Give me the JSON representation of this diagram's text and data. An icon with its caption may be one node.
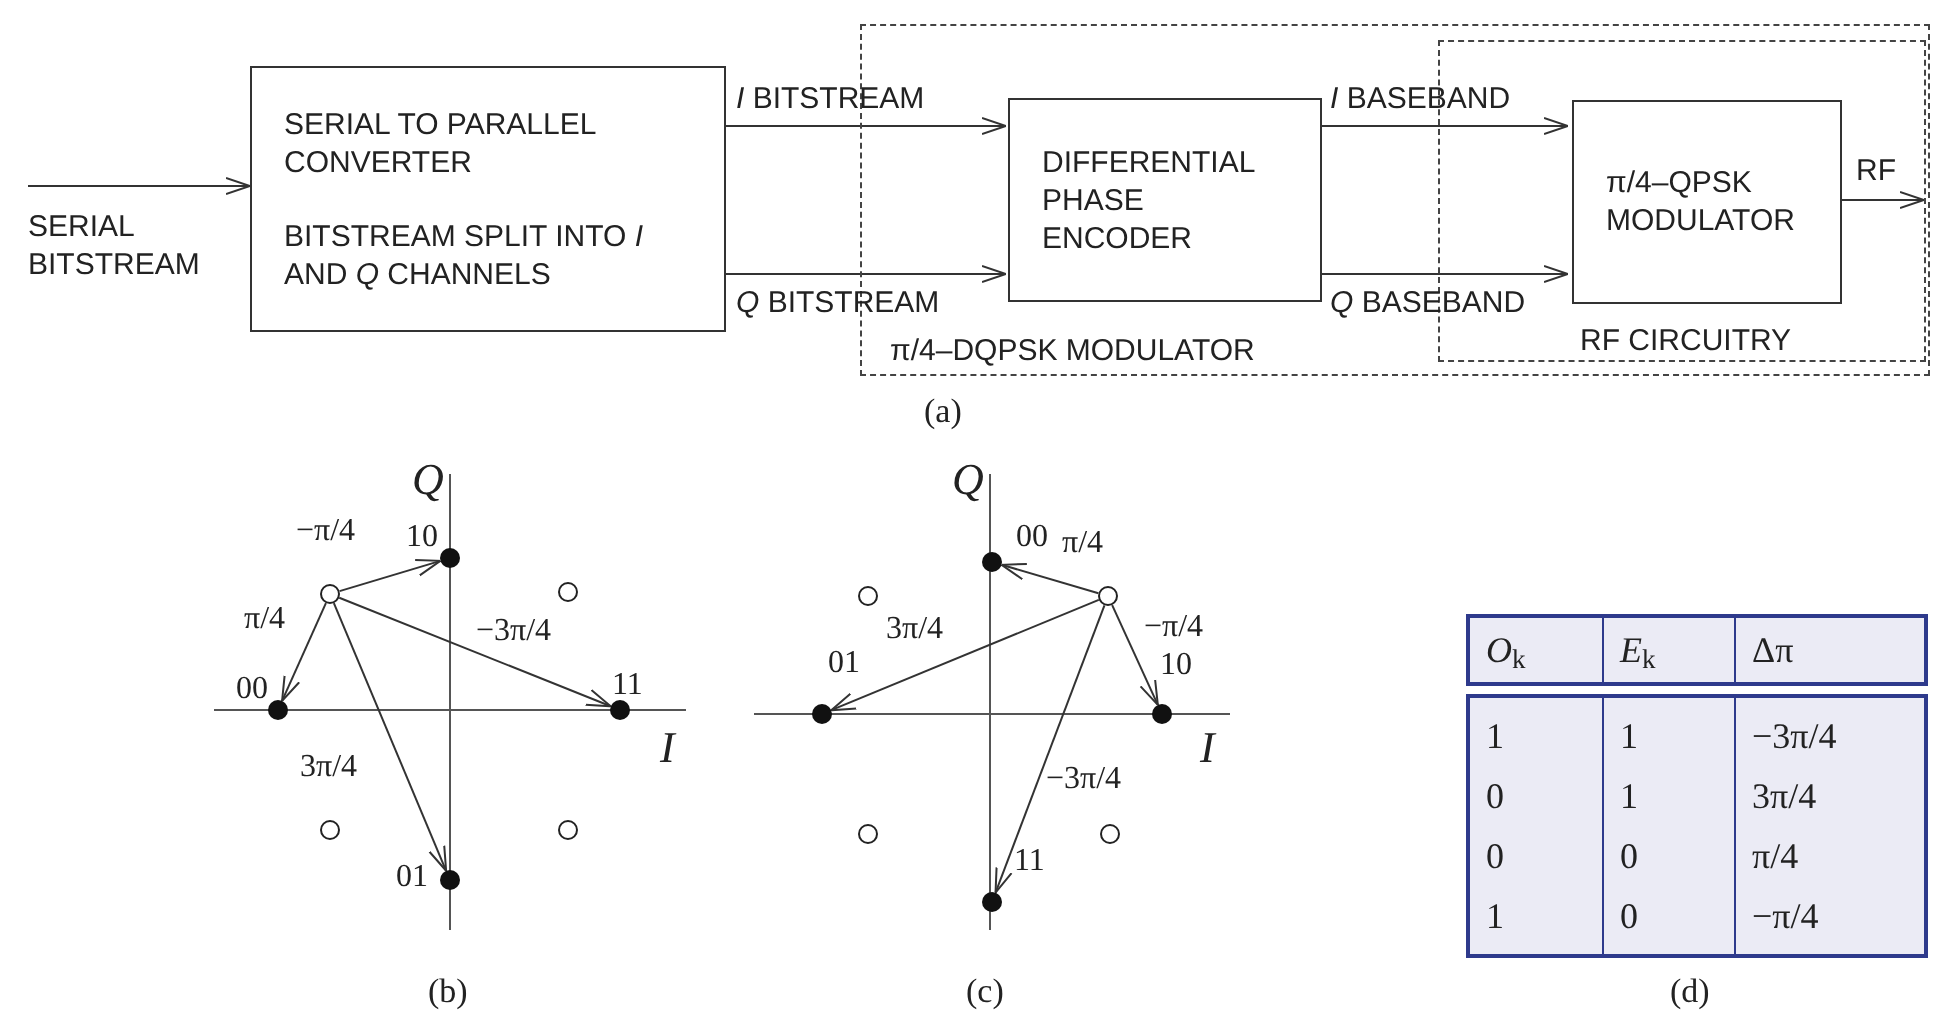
{
  "diagram": {
    "nodes": [
      {
        "text": [
          "π/4–DQPSK MODULATOR"
        ]
      },
      {
        "text": [
          "SERIAL TO PARALLEL CONVERTER",
          "BITSTREAM SPLIT INTO *I* AND *Q* CHANNELS"
        ]
      },
      {
        "text": [
          "DIFFERENTIAL PHASE ENCODER"
        ],
        "in": 0
      },
      {
        "text": [
          "RF CIRCUITRY"
        ],
        "in": 0
      },
      {
        "text": [
          "π/4–QPSK MODULATOR"
        ],
        "in": 3
      },
      {
        "text": [],
        "shape": "circle"
      },
      {
        "text": [],
        "shape": "dot",
        "beside": [
          "10"
        ]
      },
      {
        "text": [],
        "shape": "circle"
      },
      {
        "text": [],
        "shape": "dot",
        "beside": [
          "00"
        ]
      },
      {
        "text": [],
        "shape": "dot",
        "beside": [
          "11"
        ]
      },
      {
        "text": [],
        "shape": "circle"
      },
      {
        "text": [],
        "shape": "circle"
      },
      {
        "text": [],
        "shape": "dot",
        "beside": [
          "01"
        ]
      },
      {
        "text": [],
        "shape": "circle"
      },
      {
        "text": [],
        "shape": "dot",
        "beside": [
          "00"
        ]
      },
      {
        "text": [],
        "shape": "circle"
      },
      {
        "text": [],
        "shape": "dot",
        "beside": [
          "01"
        ]
      },
      {
        "text": [],
        "shape": "dot",
        "beside": [
          "10"
        ]
      },
      {
        "text": [],
        "shape": "circle"
      },
      {
        "text": [],
        "shape": "circle"
      },
      {
        "text": [],
        "shape": "dot",
        "beside": [
          "11"
        ]
      }
    ],
    "edges": [
      {
        "from": null,
        "to": 1,
        "arrow": "to",
        "label": "SERIAL BITSTREAM"
      },
      {
        "from": 1,
        "to": 2,
        "arrow": "to",
        "label": "*I* BITSTREAM"
      },
      {
        "from": 1,
        "to": 2,
        "arrow": "to",
        "label": "*Q* BITSTREAM"
      },
      {
        "from": 2,
        "to": 4,
        "arrow": "to",
        "label": "*I* BASEBAND"
      },
      {
        "from": 2,
        "to": 4,
        "arrow": "to",
        "label": "*Q* BASEBAND"
      },
      {
        "from": 4,
        "to": null,
        "arrow": "to",
        "label": "RF"
      },
      {
        "from": 5,
        "to": 6,
        "arrow": "to",
        "label": "−π/4"
      },
      {
        "from": 5,
        "to": 8,
        "arrow": "to",
        "label": "π/4"
      },
      {
        "from": 5,
        "to": 9,
        "arrow": "to",
        "label": "−3π/4"
      },
      {
        "from": 5,
        "to": 12,
        "arrow": "to",
        "label": "3π/4"
      },
      {
        "from": 15,
        "to": 14,
        "arrow": "to",
        "label": "π/4"
      },
      {
        "from": 15,
        "to": 16,
        "arrow": "to",
        "label": "3π/4"
      },
      {
        "from": 15,
        "to": 17,
        "arrow": "to",
        "label": "−π/4"
      },
      {
        "from": 15,
        "to": 20,
        "arrow": "to",
        "label": "−3π/4"
      }
    ],
    "labels": [
      "(a)",
      "*Q*",
      "*I*",
      "*Q*",
      "*I*",
      "*O*$_{k}$",
      "*E*$_{k}$",
      "Δπ",
      "1",
      "1",
      "−3π/4",
      "0",
      "1",
      "3π/4",
      "0",
      "0",
      "π/4",
      "1",
      "0",
      "−π/4",
      "(b)",
      "(c)",
      "(d)"
    ]
  }
}
